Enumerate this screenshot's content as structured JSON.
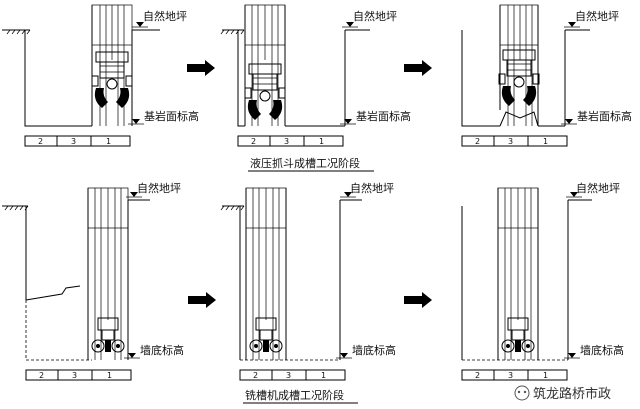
{
  "labels": {
    "ground": "自然地坪",
    "bedrock": "基岩面标高",
    "trench_bottom": "墙底标高"
  },
  "captions": {
    "stage1": "液压抓斗成槽工况阶段",
    "stage2": "铣槽机成槽工况阶段"
  },
  "segments": [
    "2",
    "3",
    "1"
  ],
  "watermark": "筑龙路桥市政",
  "icons": {
    "arrow": "arrow-right-icon",
    "ground": "ground-hatch-icon",
    "grab": "hydraulic-grab-icon",
    "mill": "trench-cutter-icon"
  }
}
